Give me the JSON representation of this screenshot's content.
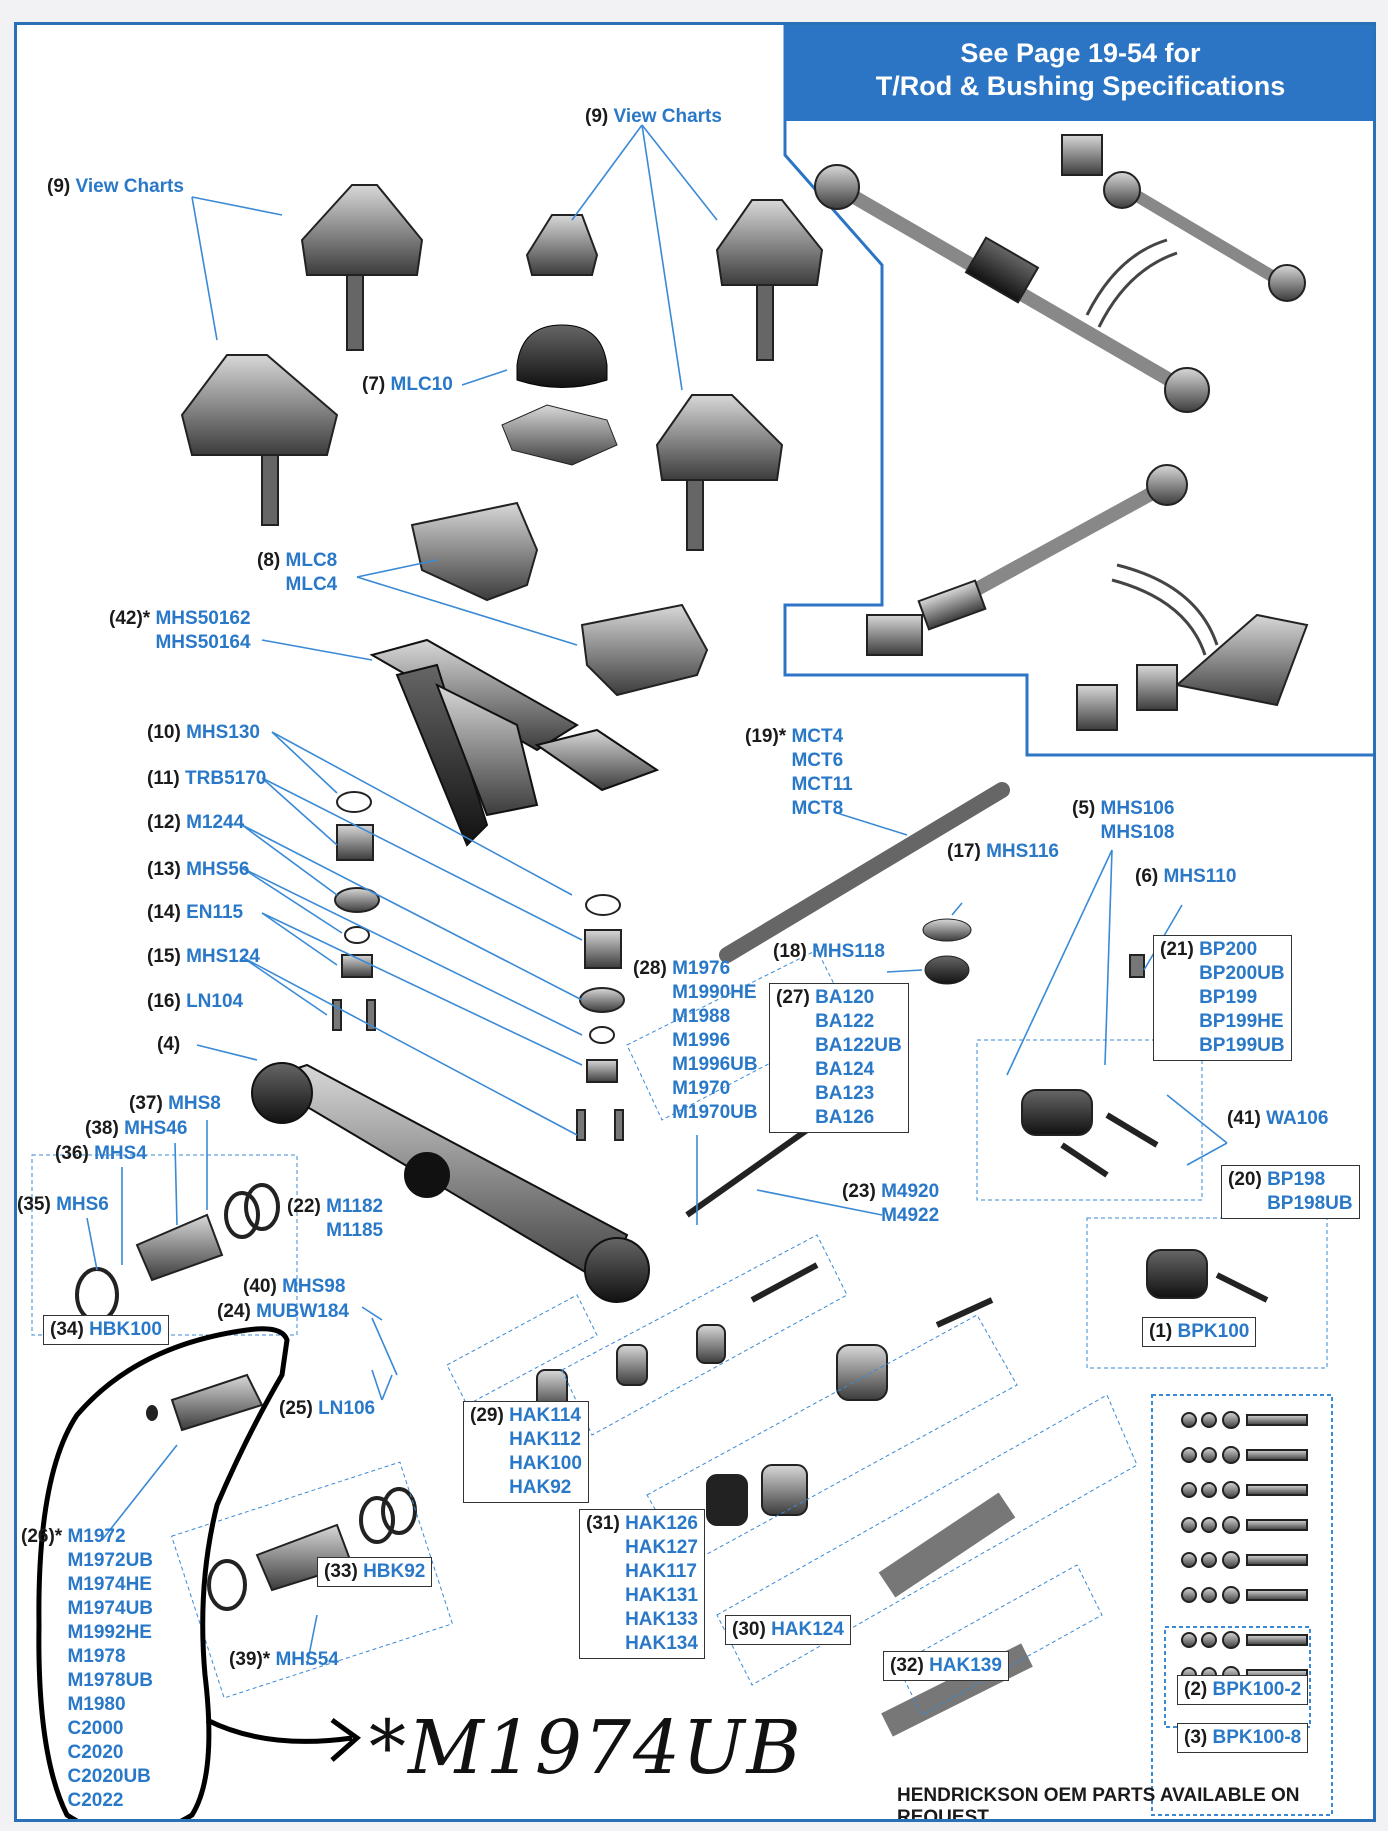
{
  "header": {
    "line1": "See Page 19-54 for",
    "line2": "T/Rod & Bushing Specifications"
  },
  "callouts": [
    {
      "id": "c9a",
      "num": "(9)",
      "parts": [
        "View Charts"
      ]
    },
    {
      "id": "c9b",
      "num": "(9)",
      "parts": [
        "View Charts"
      ]
    },
    {
      "id": "c7",
      "num": "(7)",
      "parts": [
        "MLC10"
      ]
    },
    {
      "id": "c8",
      "num": "(8)",
      "parts": [
        "MLC8",
        "MLC4"
      ]
    },
    {
      "id": "c42",
      "num": "(42)*",
      "parts": [
        "MHS50162",
        "MHS50164"
      ]
    },
    {
      "id": "c10",
      "num": "(10)",
      "parts": [
        "MHS130"
      ]
    },
    {
      "id": "c11",
      "num": "(11)",
      "parts": [
        "TRB5170"
      ]
    },
    {
      "id": "c12",
      "num": "(12)",
      "parts": [
        "M1244"
      ]
    },
    {
      "id": "c13",
      "num": "(13)",
      "parts": [
        "MHS56"
      ]
    },
    {
      "id": "c14",
      "num": "(14)",
      "parts": [
        "EN115"
      ]
    },
    {
      "id": "c15",
      "num": "(15)",
      "parts": [
        "MHS124"
      ]
    },
    {
      "id": "c16",
      "num": "(16)",
      "parts": [
        "LN104"
      ]
    },
    {
      "id": "c4",
      "num": "(4)",
      "parts": []
    },
    {
      "id": "c37",
      "num": "(37)",
      "parts": [
        "MHS8"
      ]
    },
    {
      "id": "c38",
      "num": "(38)",
      "parts": [
        "MHS46"
      ]
    },
    {
      "id": "c36",
      "num": "(36)",
      "parts": [
        "MHS4"
      ]
    },
    {
      "id": "c35",
      "num": "(35)",
      "parts": [
        "MHS6"
      ]
    },
    {
      "id": "c22",
      "num": "(22)",
      "parts": [
        "M1182",
        "M1185"
      ]
    },
    {
      "id": "c40",
      "num": "(40)",
      "parts": [
        "MHS98"
      ]
    },
    {
      "id": "c24",
      "num": "(24)",
      "parts": [
        "MUBW184"
      ]
    },
    {
      "id": "c34",
      "num": "(34)",
      "parts": [
        "HBK100"
      ]
    },
    {
      "id": "c25",
      "num": "(25)",
      "parts": [
        "LN106"
      ]
    },
    {
      "id": "c19",
      "num": "(19)*",
      "parts": [
        "MCT4",
        "MCT6",
        "MCT11",
        "MCT8"
      ]
    },
    {
      "id": "c17",
      "num": "(17)",
      "parts": [
        "MHS116"
      ]
    },
    {
      "id": "c18",
      "num": "(18)",
      "parts": [
        "MHS118"
      ]
    },
    {
      "id": "c28",
      "num": "(28)",
      "parts": [
        "M1976",
        "M1990HE",
        "M1988",
        "M1996",
        "M1996UB",
        "M1970",
        "M1970UB"
      ]
    },
    {
      "id": "c27",
      "num": "(27)",
      "parts": [
        "BA120",
        "BA122",
        "BA122UB",
        "BA124",
        "BA123",
        "BA126"
      ]
    },
    {
      "id": "c5",
      "num": "(5)",
      "parts": [
        "MHS106",
        "MHS108"
      ]
    },
    {
      "id": "c6",
      "num": "(6)",
      "parts": [
        "MHS110"
      ]
    },
    {
      "id": "c21",
      "num": "(21)",
      "parts": [
        "BP200",
        "BP200UB",
        "BP199",
        "BP199HE",
        "BP199UB"
      ]
    },
    {
      "id": "c41",
      "num": "(41)",
      "parts": [
        "WA106"
      ]
    },
    {
      "id": "c23",
      "num": "(23)",
      "parts": [
        "M4920",
        "M4922"
      ]
    },
    {
      "id": "c20",
      "num": "(20)",
      "parts": [
        "BP198",
        "BP198UB"
      ]
    },
    {
      "id": "c1",
      "num": "(1)",
      "parts": [
        "BPK100"
      ]
    },
    {
      "id": "c29",
      "num": "(29)",
      "parts": [
        "HAK114",
        "HAK112",
        "HAK100",
        "HAK92"
      ]
    },
    {
      "id": "c31",
      "num": "(31)",
      "parts": [
        "HAK126",
        "HAK127",
        "HAK117",
        "HAK131",
        "HAK133",
        "HAK134"
      ]
    },
    {
      "id": "c30",
      "num": "(30)",
      "parts": [
        "HAK124"
      ]
    },
    {
      "id": "c32",
      "num": "(32)",
      "parts": [
        "HAK139"
      ]
    },
    {
      "id": "c33",
      "num": "(33)",
      "parts": [
        "HBK92"
      ]
    },
    {
      "id": "c39",
      "num": "(39)*",
      "parts": [
        "MHS54"
      ]
    },
    {
      "id": "c26",
      "num": "(26)*",
      "parts": [
        "M1972",
        "M1972UB",
        "M1974HE",
        "M1974UB",
        "M1992HE",
        "M1978",
        "M1978UB",
        "M1980",
        "C2000",
        "C2020",
        "C2020UB",
        "C2022"
      ]
    },
    {
      "id": "c2",
      "num": "(2)",
      "parts": [
        "BPK100-2"
      ]
    },
    {
      "id": "c3",
      "num": "(3)",
      "parts": [
        "BPK100-8"
      ]
    }
  ],
  "handwritten_note": "*M1974UB",
  "footer": "HENDRICKSON OEM PARTS AVAILABLE ON REQUEST",
  "colors": {
    "accent": "#2c74c4",
    "part_text": "#2a78c8",
    "leader": "#3a8ad6"
  }
}
